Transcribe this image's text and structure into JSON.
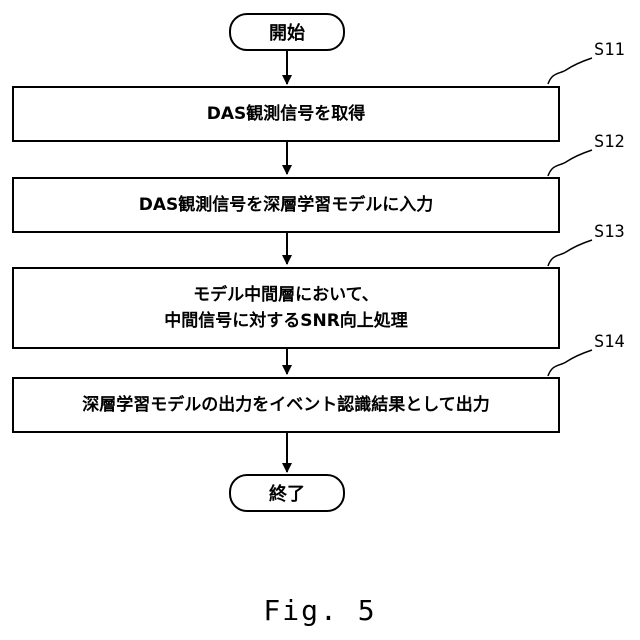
{
  "start_label": "開始",
  "end_label": "終了",
  "steps": [
    {
      "id": "S11",
      "lines": [
        "DAS観測信号を取得"
      ]
    },
    {
      "id": "S12",
      "lines": [
        "DAS観測信号を深層学習モデルに入力"
      ]
    },
    {
      "id": "S13",
      "lines": [
        "モデル中間層において、",
        "中間信号に対するSNR向上処理"
      ]
    },
    {
      "id": "S14",
      "lines": [
        "深層学習モデルの出力をイベント認識結果として出力"
      ]
    }
  ],
  "figure_caption": "Fig. 5"
}
